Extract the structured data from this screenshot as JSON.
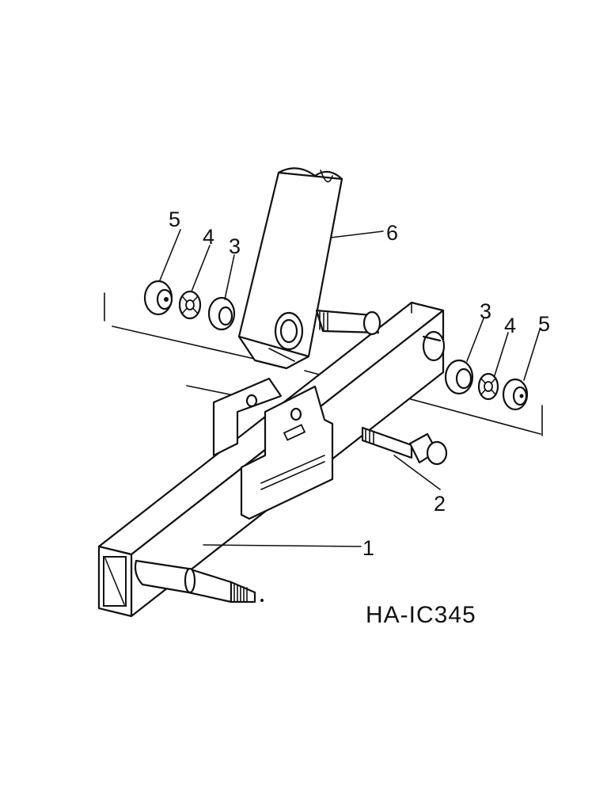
{
  "reference_code": "HA-IC345",
  "callouts": {
    "part_1": "1",
    "part_2": "2",
    "left_3": "3",
    "left_4": "4",
    "left_5": "5",
    "right_3": "3",
    "right_4": "4",
    "right_5": "5",
    "part_6": "6"
  }
}
